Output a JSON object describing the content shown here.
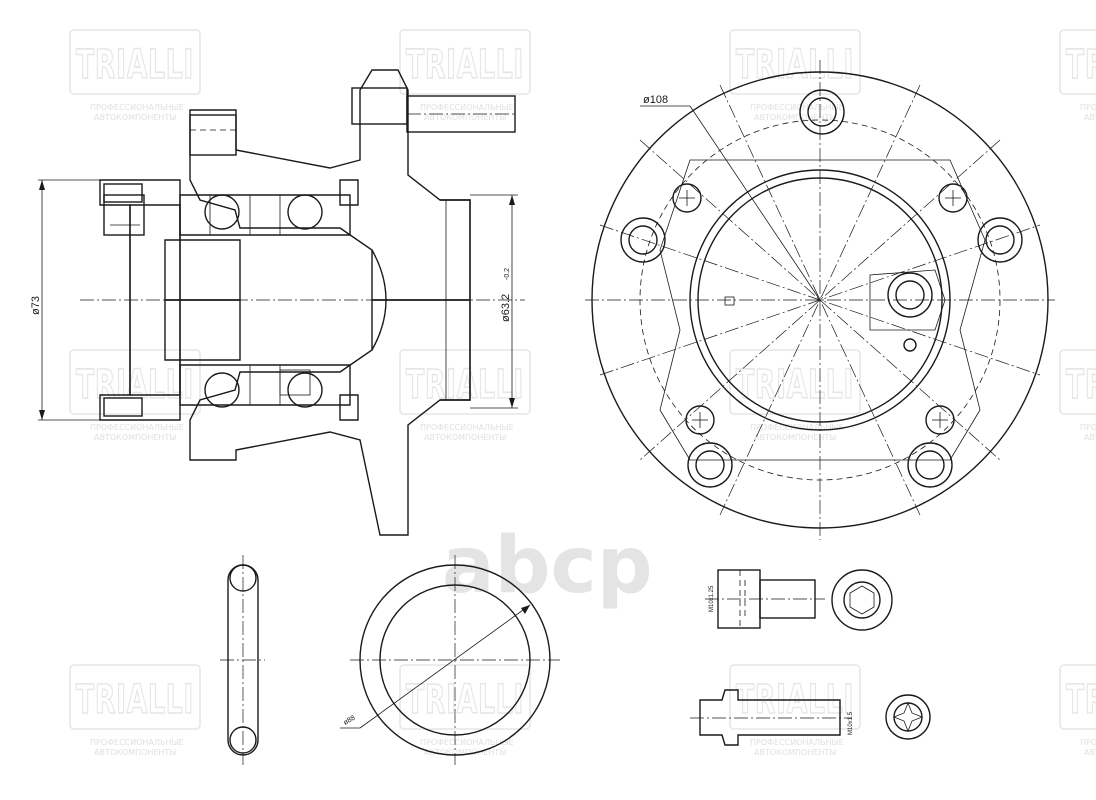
{
  "watermark": {
    "brand": "TRIALLI",
    "tagline_1": "ПРОФЕССИОНАЛЬНЫЕ",
    "tagline_2": "АВТОКОМПОНЕНТЫ"
  },
  "center_watermark": "abcp",
  "dimensions": {
    "flange_diameter": "ø108",
    "hub_diameter": "ø73",
    "pilot_diameter": "ø63.2",
    "pilot_tolerance": "-0.2",
    "ring_diameter": "ø88",
    "bolt_thread": "M10x1.25",
    "stud_thread": "M10x1.5"
  },
  "colors": {
    "line": "#1a1a1a",
    "watermark": "#e6e6e6"
  }
}
